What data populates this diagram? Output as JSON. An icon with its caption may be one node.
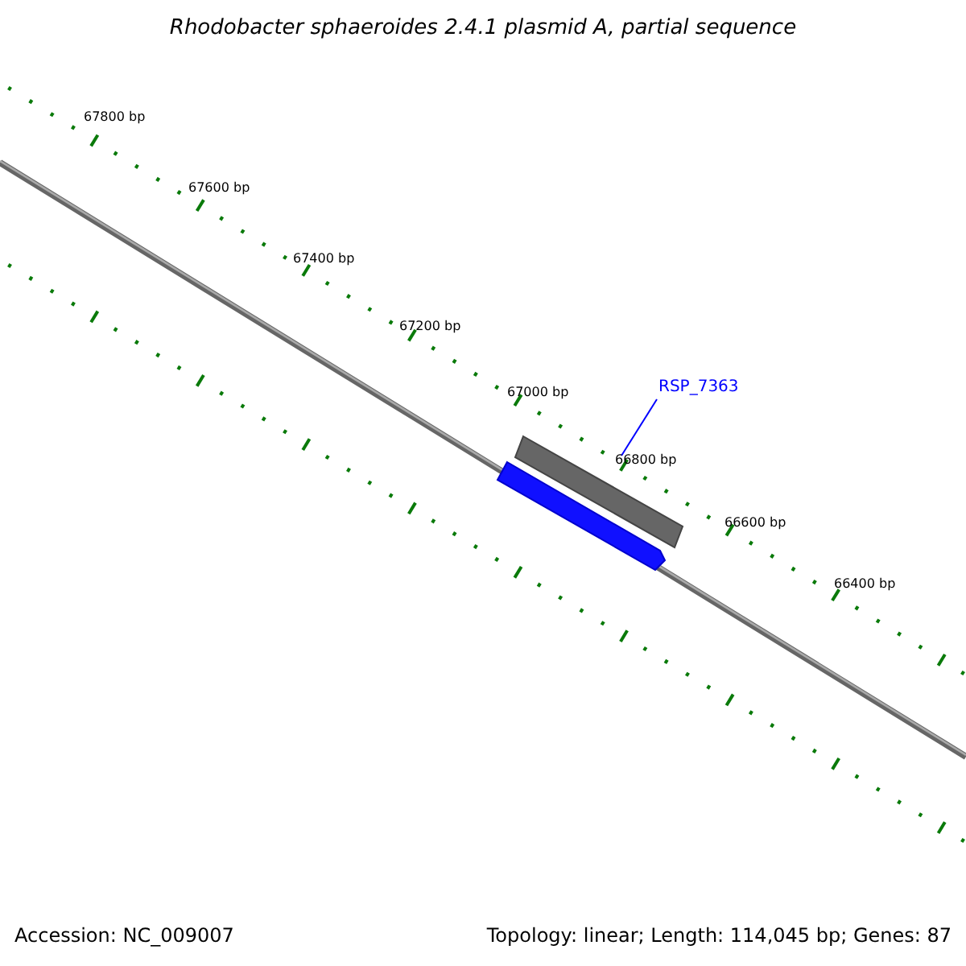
{
  "diagram": {
    "title": "Rhodobacter sphaeroides 2.4.1 plasmid A, partial sequence",
    "nodes": [
      {
        "text": [
          "RSP_7363"
        ]
      },
      {
        "text": [],
        "shape": "bar"
      },
      {
        "text": [],
        "shape": "bar"
      }
    ],
    "edges": [
      {
        "from": 0,
        "to": 1,
        "arrow": "none",
        "color": "#0000ff"
      }
    ],
    "labels": [
      "67800 bp",
      "67600 bp",
      "67400 bp",
      "67200 bp",
      "67000 bp",
      "66800 bp",
      "66600 bp",
      "66400 bp",
      "Accession: NC_009007",
      "Topology: linear; Length: 114,045 bp; Genes: 87"
    ]
  }
}
